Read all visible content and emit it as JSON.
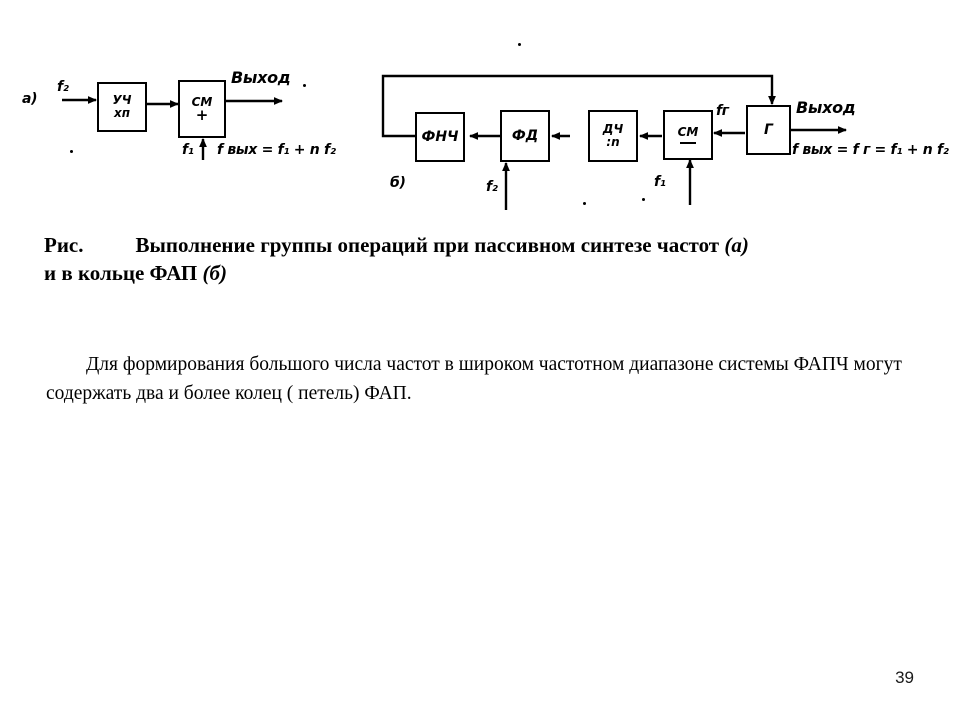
{
  "page": {
    "number": "39",
    "background": "#ffffff",
    "ink": "#000000"
  },
  "figure": {
    "diagram_a": {
      "label": "а)",
      "input_label": "f₂",
      "blocks": [
        {
          "name": "frequency-multiplier",
          "line1": "УЧ",
          "line2": "хп"
        },
        {
          "name": "mixer",
          "line1": "СМ",
          "line2": "+"
        }
      ],
      "output_label": "Выход",
      "second_input_label": "f₁",
      "formula": "f вых = f₁ + n f₂"
    },
    "diagram_b": {
      "label": "б)",
      "blocks": [
        {
          "name": "low-pass-filter",
          "line1": "ФНЧ",
          "line2": ""
        },
        {
          "name": "phase-detector",
          "line1": "ФД",
          "line2": ""
        },
        {
          "name": "frequency-divider",
          "line1": "ДЧ",
          "line2": ":n"
        },
        {
          "name": "mixer",
          "line1": "СМ",
          "line2": "—"
        },
        {
          "name": "generator",
          "line1": "Г",
          "line2": ""
        }
      ],
      "input_f2": "f₂",
      "input_f1": "f₁",
      "mid_label": "fг",
      "output_label": "Выход",
      "formula": "f вых = f г = f₁ + n f₂"
    }
  },
  "caption": {
    "prefix": "Рис.",
    "line1_main": "Выполнение группы операций при пассивном синтезе частот",
    "line1_tail": "(а)",
    "line2_main": "и в кольце ФАП",
    "line2_tail": "(б)"
  },
  "body": {
    "paragraph": "Для формирования большого числа частот в широком частотном диапазоне системы ФАПЧ могут содержать два и более колец ( петель) ФАП."
  }
}
